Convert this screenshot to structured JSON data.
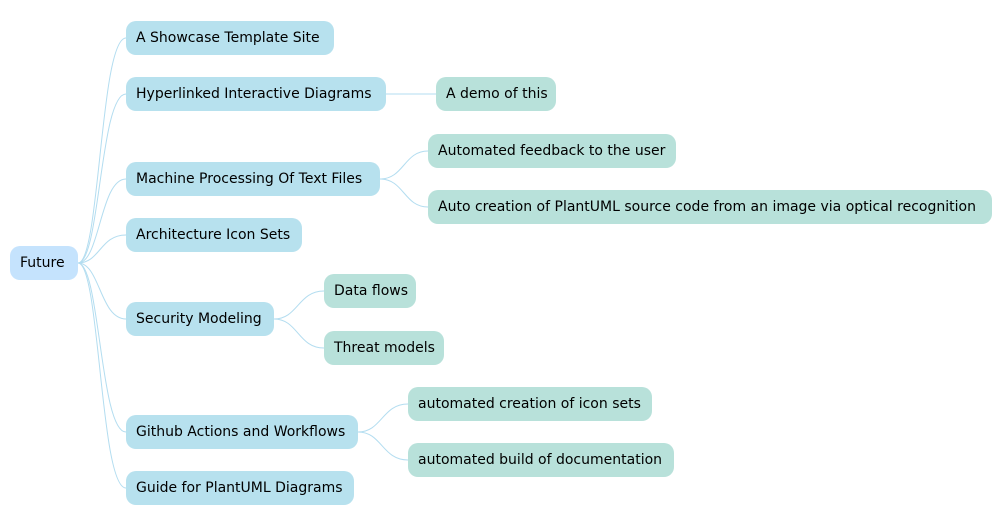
{
  "colors": {
    "root": "#c5e3fd",
    "level1": "#b7e1ee",
    "level2": "#b8e1da",
    "connector": "#b3ddf0"
  },
  "root": {
    "label": "Future"
  },
  "branches": [
    {
      "label": "A Showcase Template Site",
      "children": []
    },
    {
      "label": "Hyperlinked Interactive Diagrams",
      "children": [
        {
          "label": "A demo of this"
        }
      ]
    },
    {
      "label": "Machine Processing Of Text Files",
      "children": [
        {
          "label": "Automated feedback to the user"
        },
        {
          "label": "Auto creation of PlantUML source code from an image via optical recognition"
        }
      ]
    },
    {
      "label": "Architecture Icon Sets",
      "children": []
    },
    {
      "label": "Security Modeling",
      "children": [
        {
          "label": "Data flows"
        },
        {
          "label": "Threat models"
        }
      ]
    },
    {
      "label": "Github Actions and Workflows",
      "children": [
        {
          "label": "automated creation of icon sets"
        },
        {
          "label": "automated build of documentation"
        }
      ]
    },
    {
      "label": "Guide for PlantUML Diagrams",
      "children": []
    }
  ]
}
